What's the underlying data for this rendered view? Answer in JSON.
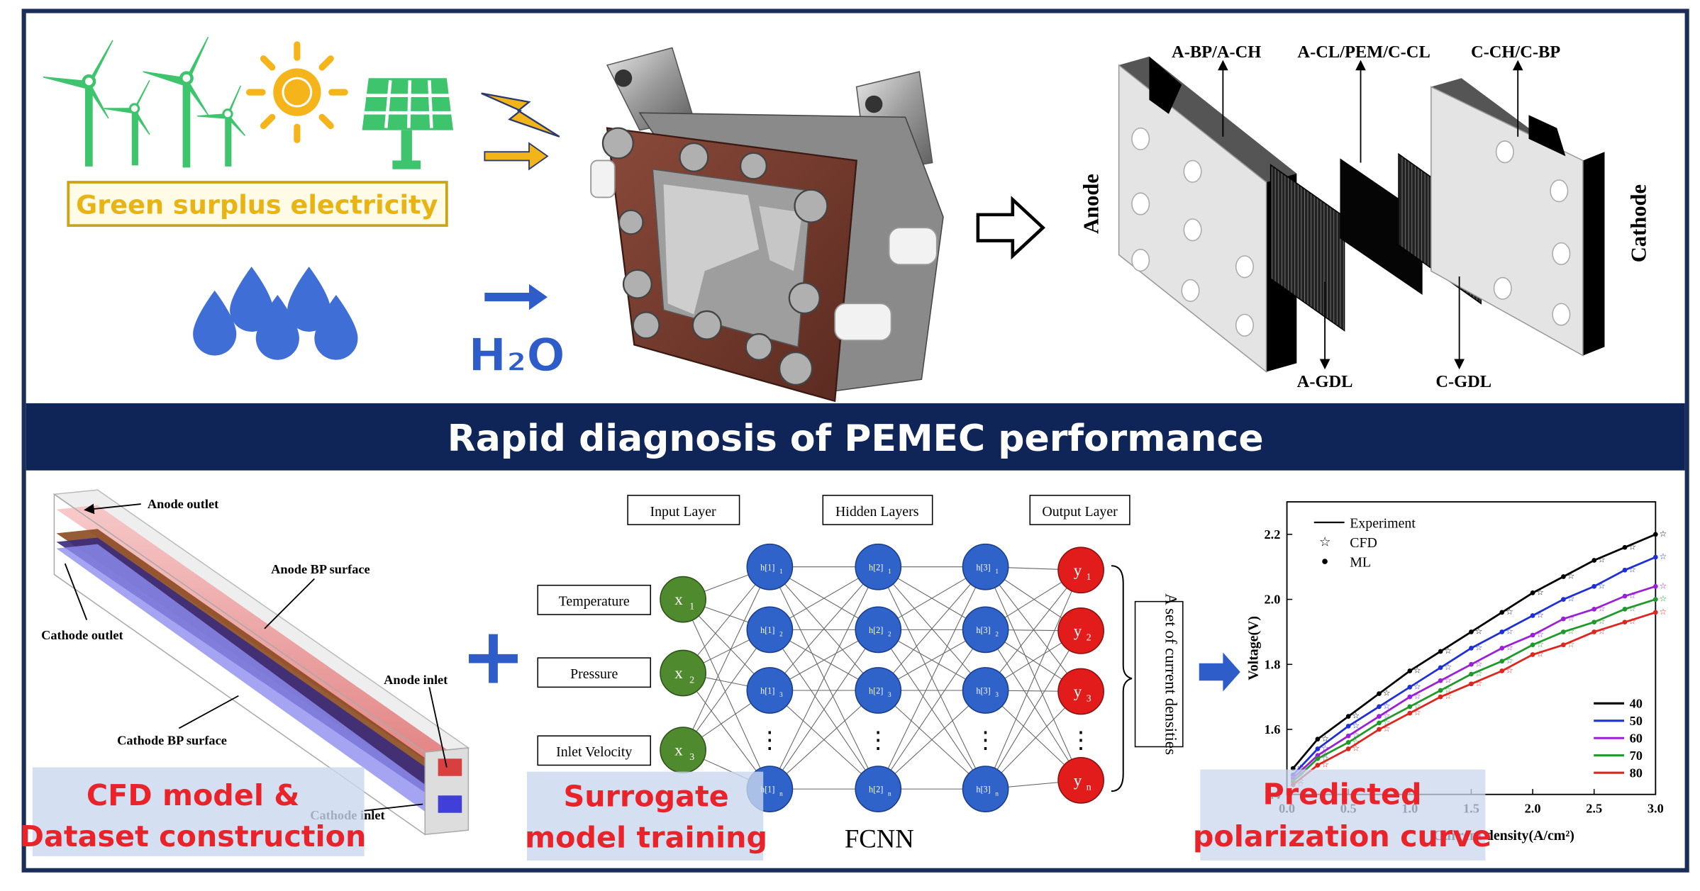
{
  "colors": {
    "frame": "#1b2e5a",
    "banner": "#0f2557",
    "green_icon": "#3ec46d",
    "sun": "#f5b51a",
    "water": "#3f6fd6",
    "arrow_blue": "#2e5cc8",
    "arrow_yellow": "#f2b419",
    "label_red": "#e8232a",
    "label_bg": "#dde6f4",
    "input_node": "#4f8a2e",
    "hidden_node": "#2f63c9",
    "output_node": "#e21b1b"
  },
  "top": {
    "green_label": "Green surplus electricity",
    "water_label": "H₂O",
    "icons": [
      "wind-turbines-icon",
      "sun-icon",
      "solar-panel-icon",
      "lightning-icon",
      "water-drops-icon"
    ],
    "stack": {
      "anode": "Anode",
      "cathode": "Cathode",
      "labels_top": [
        "A-BP/A-CH",
        "A-CL/PEM/C-CL",
        "C-CH/C-BP"
      ],
      "labels_bottom": [
        "A-GDL",
        "C-GDL"
      ]
    }
  },
  "banner": {
    "title": "Rapid diagnosis of PEMEC performance"
  },
  "cfd": {
    "anode_outlet": "Anode outlet",
    "anode_bp": "Anode BP surface",
    "cathode_outlet": "Cathode outlet",
    "anode_inlet": "Anode inlet",
    "cathode_bp": "Cathode BP surface",
    "cathode_inlet": "Cathode inlet",
    "caption_line1": "CFD model &",
    "caption_line2": "Dataset construction"
  },
  "nn": {
    "layer_titles": [
      "Input Layer",
      "Hidden Layers",
      "Output Layer"
    ],
    "inputs": [
      "Temperature",
      "Pressure",
      "Inlet Velocity"
    ],
    "input_nodes": [
      "x",
      "x",
      "x"
    ],
    "input_subs": [
      "1",
      "2",
      "3"
    ],
    "output_nodes": [
      "y",
      "y",
      "y",
      "y"
    ],
    "output_subs": [
      "1",
      "2",
      "3",
      "n"
    ],
    "hidden_prefix": [
      "h[1]",
      "h[2]",
      "h[3]"
    ],
    "hidden_subs": [
      "1",
      "2",
      "3",
      "n"
    ],
    "vdots": "⋮",
    "output_note": "A set of current densities",
    "name": "FCNN",
    "caption_line1": "Surrogate",
    "caption_line2": "model training"
  },
  "plus_sign": "+",
  "chart_data": {
    "type": "line",
    "title": "",
    "xlabel": "Current density(A/cm²)",
    "ylabel": "Voltage(V)",
    "xlim": [
      0.0,
      3.0
    ],
    "ylim": [
      1.4,
      2.3
    ],
    "x_ticks": [
      "0.0",
      "0.5",
      "1.0",
      "1.5",
      "2.0",
      "2.5",
      "3.0"
    ],
    "y_ticks": [
      "1.4",
      "1.6",
      "1.8",
      "2.0",
      "2.2"
    ],
    "legend_markers": [
      "Experiment",
      "CFD",
      "ML"
    ],
    "series": [
      {
        "name": "40",
        "color": "#000000",
        "x": [
          0.05,
          0.25,
          0.5,
          0.75,
          1.0,
          1.25,
          1.5,
          1.75,
          2.0,
          2.25,
          2.5,
          2.75,
          3.0
        ],
        "y": [
          1.48,
          1.57,
          1.64,
          1.71,
          1.78,
          1.84,
          1.9,
          1.96,
          2.02,
          2.07,
          2.12,
          2.16,
          2.2
        ]
      },
      {
        "name": "50",
        "color": "#1f2fd6",
        "x": [
          0.05,
          0.25,
          0.5,
          0.75,
          1.0,
          1.25,
          1.5,
          1.75,
          2.0,
          2.25,
          2.5,
          2.75,
          3.0
        ],
        "y": [
          1.46,
          1.54,
          1.61,
          1.67,
          1.73,
          1.79,
          1.85,
          1.9,
          1.95,
          2.0,
          2.04,
          2.09,
          2.13
        ]
      },
      {
        "name": "60",
        "color": "#9b1fd6",
        "x": [
          0.05,
          0.25,
          0.5,
          0.75,
          1.0,
          1.25,
          1.5,
          1.75,
          2.0,
          2.25,
          2.5,
          2.75,
          3.0
        ],
        "y": [
          1.45,
          1.52,
          1.58,
          1.64,
          1.7,
          1.75,
          1.8,
          1.85,
          1.89,
          1.94,
          1.97,
          2.01,
          2.04
        ]
      },
      {
        "name": "70",
        "color": "#1f9a2a",
        "x": [
          0.05,
          0.25,
          0.5,
          0.75,
          1.0,
          1.25,
          1.5,
          1.75,
          2.0,
          2.25,
          2.5,
          2.75,
          3.0
        ],
        "y": [
          1.44,
          1.51,
          1.56,
          1.62,
          1.67,
          1.72,
          1.77,
          1.81,
          1.86,
          1.9,
          1.93,
          1.97,
          2.0
        ]
      },
      {
        "name": "80",
        "color": "#e0241e",
        "x": [
          0.05,
          0.25,
          0.5,
          0.75,
          1.0,
          1.25,
          1.5,
          1.75,
          2.0,
          2.25,
          2.5,
          2.75,
          3.0
        ],
        "y": [
          1.43,
          1.49,
          1.54,
          1.6,
          1.65,
          1.7,
          1.74,
          1.78,
          1.83,
          1.86,
          1.9,
          1.93,
          1.96
        ]
      }
    ],
    "legend_position": "bottom-right",
    "caption_line1": "Predicted",
    "caption_line2": "polarization curve"
  }
}
